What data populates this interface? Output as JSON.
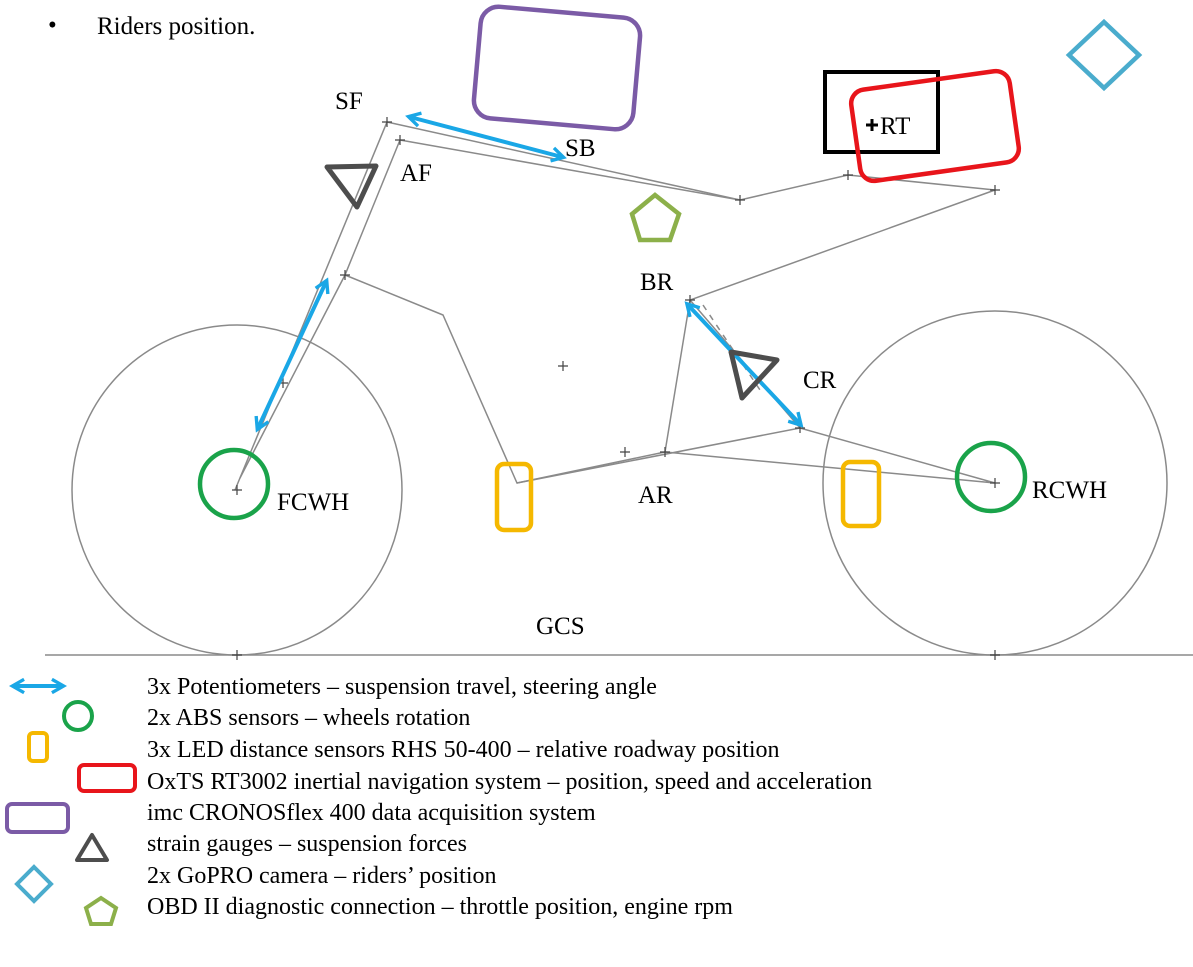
{
  "bullet": "•",
  "heading": "Riders position.",
  "points": {
    "sf": "SF",
    "sb": "SB",
    "af": "AF",
    "rt": "RT",
    "br": "BR",
    "cr": "CR",
    "ar": "AR",
    "fcwh": "FCWH",
    "rcwh": "RCWH",
    "gcs": "GCS"
  },
  "legend": [
    {
      "icon": "double-arrow-icon",
      "color": "#1aa7e6",
      "text": "3x Potentiometers – suspension travel, steering angle"
    },
    {
      "icon": "circle-icon",
      "color": "#1aa34a",
      "text": "2x ABS sensors – wheels rotation"
    },
    {
      "icon": "rounded-rect-small-icon",
      "color": "#f5b800",
      "text": "3x LED distance sensors RHS 50-400 – relative roadway position"
    },
    {
      "icon": "rounded-rect-red-icon",
      "color": "#e8151b",
      "text": "OxTS RT3002 inertial navigation system – position, speed and acceleration"
    },
    {
      "icon": "rounded-rect-purple-icon",
      "color": "#7b5ba6",
      "text": "imc CRONOSflex 400 data acquisition system"
    },
    {
      "icon": "triangle-icon",
      "color": "#4d4d4d",
      "text": "strain gauges – suspension forces"
    },
    {
      "icon": "diamond-icon",
      "color": "#4aaccd",
      "text": "2x GoPRO camera – riders’ position"
    },
    {
      "icon": "pentagon-icon",
      "color": "#8cb04a",
      "text": "OBD II diagnostic connection – throttle position, engine rpm"
    }
  ]
}
